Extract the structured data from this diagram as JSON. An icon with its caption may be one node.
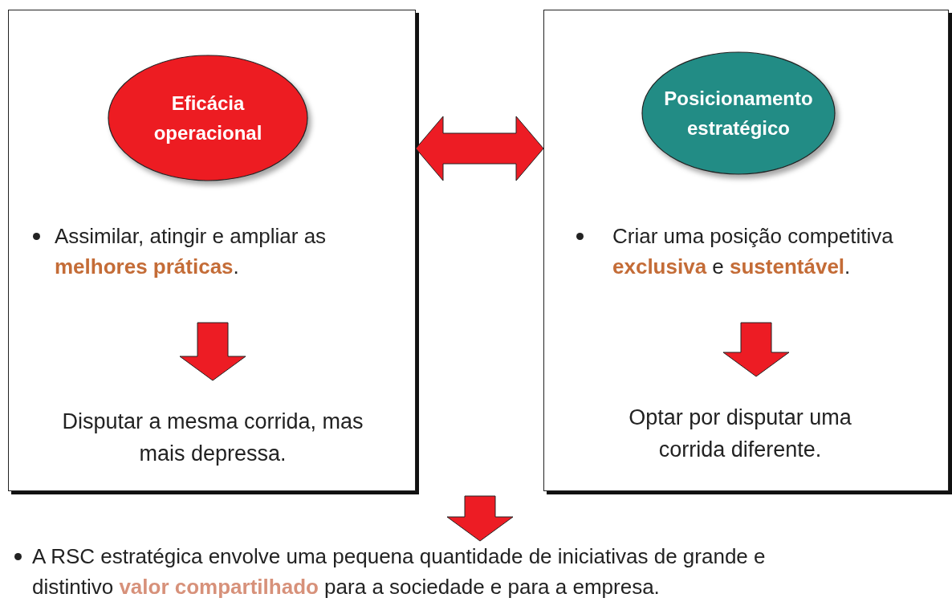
{
  "diagram": {
    "nodes": [
      {
        "text": [],
        "shape": "box"
      },
      {
        "text": [
          "Eficácia operacional"
        ],
        "in": 0
      },
      {
        "text": [
          "Assimilar, atingir e ampliar as **melhores práticas**."
        ],
        "in": 0
      },
      {
        "text": [
          "Disputar a mesma corrida, mas mais depressa."
        ],
        "in": 0
      },
      {
        "text": [],
        "shape": "box"
      },
      {
        "text": [
          "Posicionamento estratégico"
        ],
        "in": 4
      },
      {
        "text": [
          "Criar uma posição competitiva **exclusiva** e **sustentável**."
        ],
        "in": 4
      },
      {
        "text": [
          "Optar por disputar uma corrida diferente."
        ],
        "in": 4
      },
      {
        "text": [
          "A RSC estratégica envolve uma pequena quantidade de iniciativas de grande e distintivo **valor compartilhado** para a sociedade e para a empresa."
        ]
      }
    ],
    "edges": [
      {
        "from": 0,
        "to": 4,
        "arrow": "both"
      },
      {
        "from": 2,
        "to": 3,
        "arrow": "to"
      },
      {
        "from": 6,
        "to": 7,
        "arrow": "to"
      },
      {
        "from": null,
        "to": 8,
        "arrow": "to"
      }
    ]
  }
}
